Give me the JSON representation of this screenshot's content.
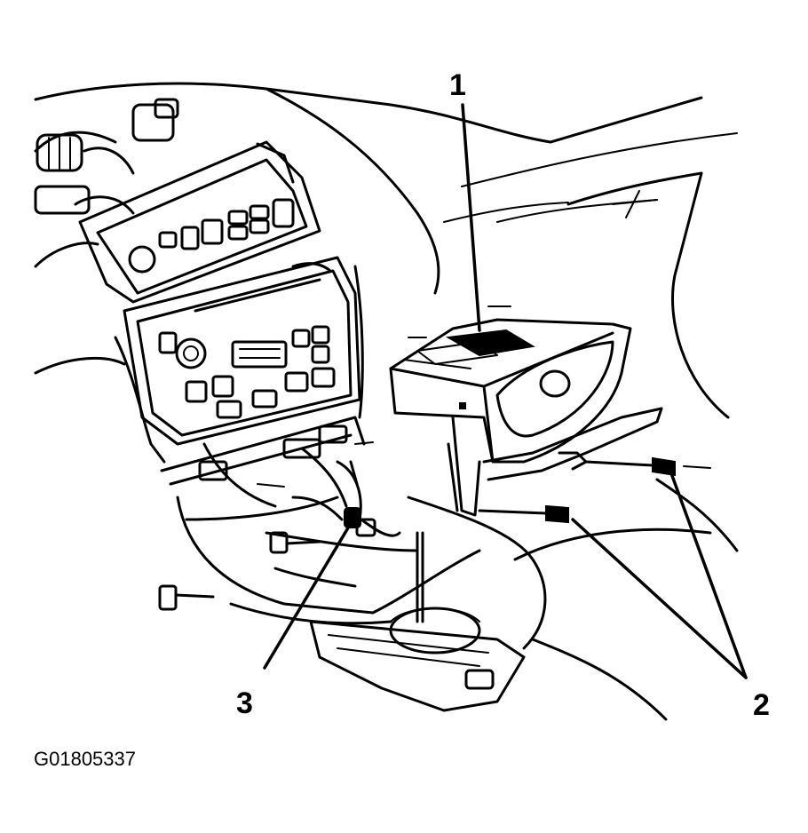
{
  "callouts": {
    "one": "1",
    "two": "2",
    "three": "3"
  },
  "figure_id": "G01805337"
}
